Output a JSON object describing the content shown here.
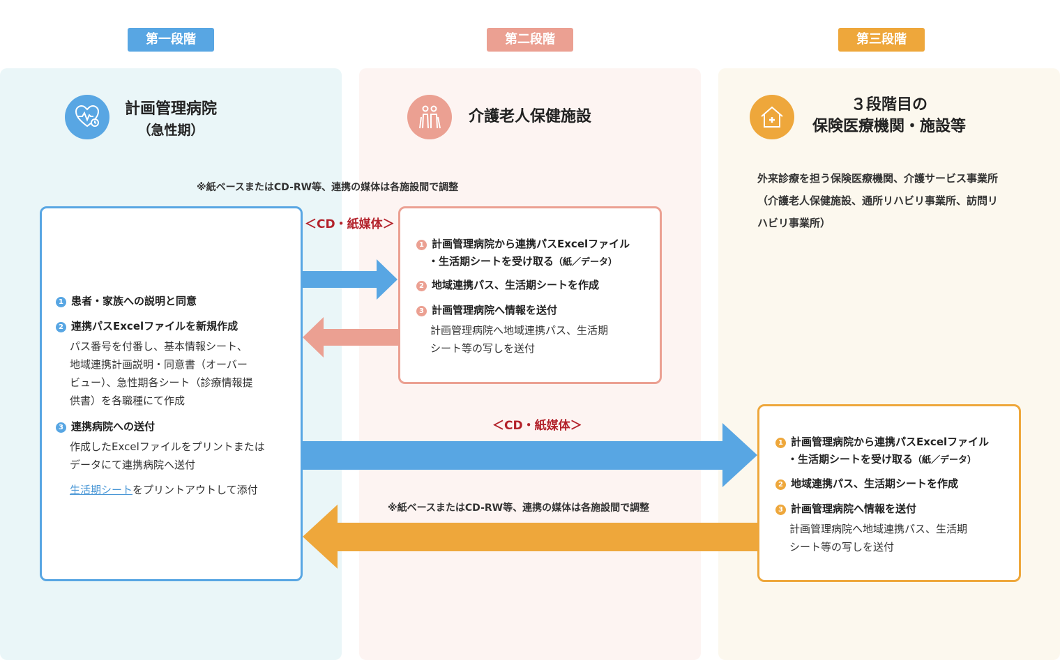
{
  "colors": {
    "blue": "#58a6e3",
    "salmon": "#eba092",
    "orange": "#eea73b",
    "media_red": "#b3222b",
    "bg_blue": "#eaf6f8",
    "bg_pink": "#fdf4f2",
    "bg_yellow": "#fcf8ee"
  },
  "stages": [
    {
      "label": "第一段階"
    },
    {
      "label": "第二段階"
    },
    {
      "label": "第三段階"
    }
  ],
  "columns": [
    {
      "icon": "heart-pulse-icon",
      "title_line1": "計画管理病院",
      "title_line2": "（急性期）"
    },
    {
      "icon": "elderly-couple-icon",
      "title_line1": "介護老人保健施設"
    },
    {
      "icon": "house-medical-icon",
      "title_line1": "３段階目の",
      "title_line2": "保険医療機関・施設等",
      "description": [
        "外来診療を担う保険医療機関、介護サービス事業所",
        "（介護老人保健施設、通所リハビリ事業所、訪問リ",
        "ハビリ事業所）"
      ]
    }
  ],
  "note_top": "※紙ベースまたはCD-RW等、連携の媒体は各施設間で調整",
  "note_bottom": "※紙ベースまたはCD-RW等、連携の媒体は各施設間で調整",
  "media_top": "＜CD・紙媒体＞",
  "media_bottom": "＜CD・紙媒体＞",
  "hospital_box": {
    "step1": "患者・家族への説明と同意",
    "step2": "連携パスExcelファイルを新規作成",
    "step2_detail": [
      "パス番号を付番し、基本情報シート、",
      "地域連携計画説明・同意書（オーバー",
      "ビュー）、急性期各シート（診療情報提",
      "供書）を各職種にて作成"
    ],
    "step3": "連携病院への送付",
    "step3_detail": [
      "作成したExcelファイルをプリントまたは",
      "データにて連携病院へ送付"
    ],
    "link_text": "生活期シート",
    "link_suffix": "をプリントアウトして添付"
  },
  "facility_box": {
    "step1_line1": "計画管理病院から連携パスExcelファイル",
    "step1_line2": "・生活期シートを受け取る",
    "step1_suffix": "（紙／データ）",
    "step2": "地域連携パス、生活期シートを作成",
    "step3": "計画管理病院へ情報を送付",
    "step3_detail": [
      "計画管理病院へ地域連携パス、生活期",
      "シート等の写しを送付"
    ]
  },
  "third_box": {
    "step1_line1": "計画管理病院から連携パスExcelファイル",
    "step1_line2": "・生活期シートを受け取る",
    "step1_suffix": "（紙／データ）",
    "step2": "地域連携パス、生活期シートを作成",
    "step3": "計画管理病院へ情報を送付",
    "step3_detail": [
      "計画管理病院へ地域連携パス、生活期",
      "シート等の写しを送付"
    ]
  },
  "numbers": [
    "1",
    "2",
    "3"
  ]
}
